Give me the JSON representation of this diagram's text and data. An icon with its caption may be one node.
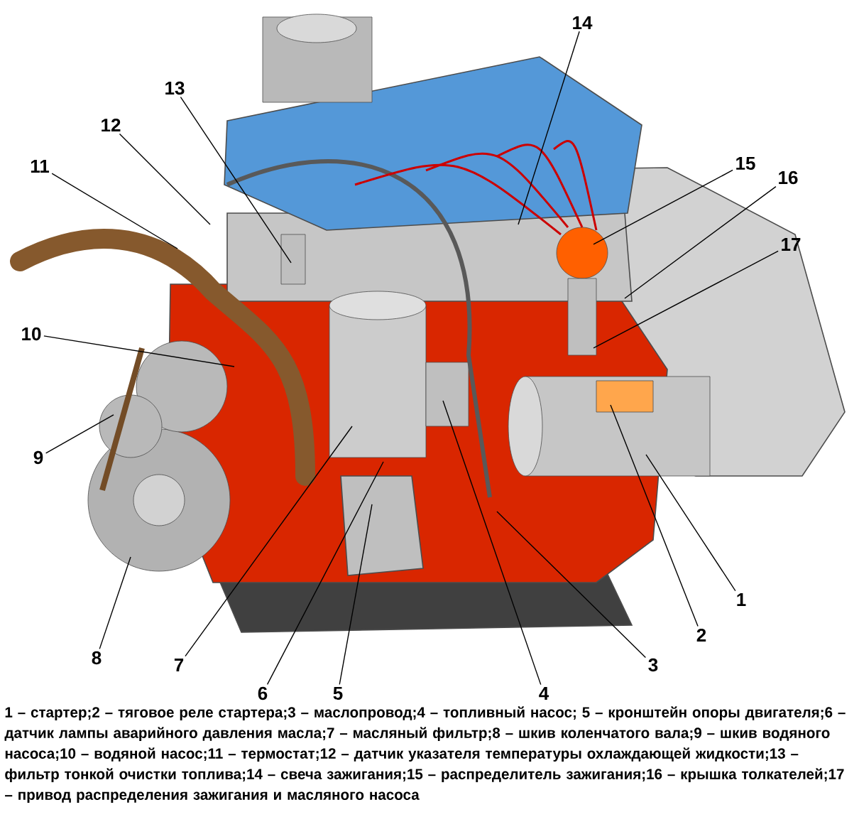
{
  "diagram": {
    "caption": "1 – стартер;2 – тяговое реле стартера;3 – маслопровод;4 – топливный насос; 5 – кронштейн опоры двигателя;6 – датчик лампы аварийного давления масла;7 – масляный фильтр;8 – шкив коленчатого вала;9 – шкив водяного насоса;10 – водяной насос;11 – термостат;12 – датчик указателя температуры охлаждающей жидкости;13 – фильтр тонкой очистки топлива;14 – свеча зажигания;15 – распределитель зажигания;16 – крышка толкателей;17 – привод распределения зажигания и масляного насоса",
    "nodes": [
      {
        "text": [
          "1"
        ]
      },
      {
        "text": [
          "2"
        ]
      },
      {
        "text": [
          "3"
        ]
      },
      {
        "text": [
          "4"
        ]
      },
      {
        "text": [
          "5"
        ]
      },
      {
        "text": [
          "6"
        ]
      },
      {
        "text": [
          "7"
        ]
      },
      {
        "text": [
          "8"
        ]
      },
      {
        "text": [
          "9"
        ]
      },
      {
        "text": [
          "10"
        ]
      },
      {
        "text": [
          "11"
        ]
      },
      {
        "text": [
          "12"
        ]
      },
      {
        "text": [
          "13"
        ]
      },
      {
        "text": [
          "14"
        ]
      },
      {
        "text": [
          "15"
        ]
      },
      {
        "text": [
          "16"
        ]
      },
      {
        "text": [
          "17"
        ]
      }
    ],
    "edges": [
      {
        "from": 0,
        "to": null,
        "arrow": "none"
      },
      {
        "from": 1,
        "to": null,
        "arrow": "none"
      },
      {
        "from": 2,
        "to": null,
        "arrow": "none"
      },
      {
        "from": 3,
        "to": null,
        "arrow": "none"
      },
      {
        "from": 4,
        "to": null,
        "arrow": "none"
      },
      {
        "from": 5,
        "to": null,
        "arrow": "none"
      },
      {
        "from": 6,
        "to": null,
        "arrow": "none"
      },
      {
        "from": 7,
        "to": null,
        "arrow": "none"
      },
      {
        "from": 8,
        "to": null,
        "arrow": "none"
      },
      {
        "from": 9,
        "to": null,
        "arrow": "none"
      },
      {
        "from": 10,
        "to": null,
        "arrow": "none"
      },
      {
        "from": 11,
        "to": null,
        "arrow": "none"
      },
      {
        "from": 12,
        "to": null,
        "arrow": "none"
      },
      {
        "from": 13,
        "to": null,
        "arrow": "none"
      },
      {
        "from": 14,
        "to": null,
        "arrow": "none"
      },
      {
        "from": 15,
        "to": null,
        "arrow": "none"
      },
      {
        "from": 16,
        "to": null,
        "arrow": "none"
      }
    ]
  }
}
